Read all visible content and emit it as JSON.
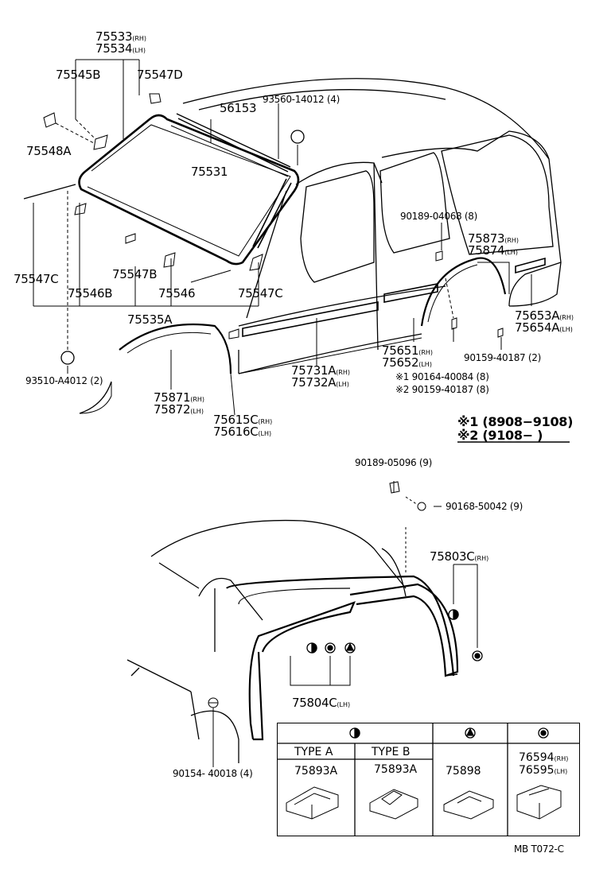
{
  "labels": {
    "p75533": {
      "num": "75533",
      "side": "(RH)"
    },
    "p75534": {
      "num": "75534",
      "side": "(LH)"
    },
    "p75545B": "75545B",
    "p75547D": "75547D",
    "p75548A": "75548A",
    "p56153": "56153",
    "p93560": "93560-14012 (4)",
    "p75531": "75531",
    "p90189_04068": "90189-04068 (8)",
    "p75873": {
      "num": "75873",
      "side": "(RH)"
    },
    "p75874": {
      "num": "75874",
      "side": "(LH)"
    },
    "p75547C_left": "75547C",
    "p75547B": "75547B",
    "p75546B": "75546B",
    "p75546": "75546",
    "p75547C_right": "75547C",
    "p75535A": "75535A",
    "p75653A": {
      "num": "75653A",
      "side": "(RH)"
    },
    "p75654A": {
      "num": "75654A",
      "side": "(LH)"
    },
    "p90159_40187_2": "90159-40187 (2)",
    "p75651": {
      "num": "75651",
      "side": "(RH)"
    },
    "p75652": {
      "num": "75652",
      "side": "(LH)"
    },
    "p75731A": {
      "num": "75731A",
      "side": "(RH)"
    },
    "p75732A": {
      "num": "75732A",
      "side": "(LH)"
    },
    "p90164": "※1 90164-40084 (8)",
    "p90159_40187_8": "※2 90159-40187 (8)",
    "p93510": "93510-A4012 (2)",
    "p75871": {
      "num": "75871",
      "side": "(RH)"
    },
    "p75872": {
      "num": "75872",
      "side": "(LH)"
    },
    "p75615C": {
      "num": "75615C",
      "side": "(RH)"
    },
    "p75616C": {
      "num": "75616C",
      "side": "(LH)"
    },
    "note1": "※1 (8908−9108)",
    "note2": "※2 (9108−        )",
    "p90189_05096": "90189-05096 (9)",
    "p90168": "90168-50042 (9)",
    "p75803C": {
      "num": "75803C",
      "side": "(RH)"
    },
    "p75804C": {
      "num": "75804C",
      "side": "(LH)"
    },
    "p90154": "90154- 40018 (4)",
    "code": "MB T072-C"
  },
  "legend": {
    "type_a": "TYPE A",
    "type_b": "TYPE B",
    "part_a": "75893A",
    "part_b": "75893A",
    "part_tri": "75898",
    "part_dot_rh": {
      "num": "76594",
      "side": "(RH)"
    },
    "part_dot_lh": {
      "num": "76595",
      "side": "(LH)"
    }
  },
  "symbols": {
    "half_circle": "half-filled-circle-icon",
    "triangle": "triangle-circle-icon",
    "dot": "dot-circle-icon",
    "s_mark": "s-circle-icon"
  }
}
